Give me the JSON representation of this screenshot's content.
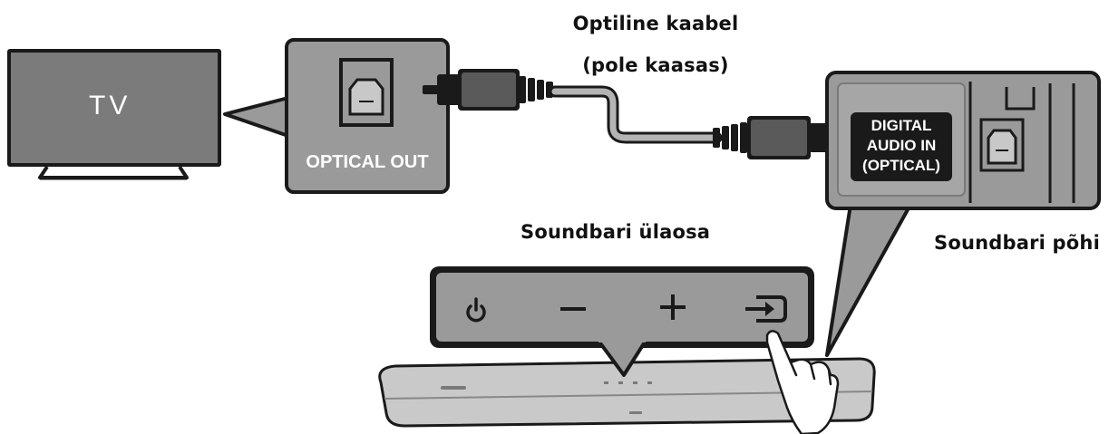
{
  "labels": {
    "tv": "TV",
    "optical_out": "OPTICAL OUT",
    "cable_line1": "Optiline kaabel",
    "cable_line2": "(pole kaasas)",
    "digital_in_line1": "DIGITAL",
    "digital_in_line2": "AUDIO IN",
    "digital_in_line3": "(OPTICAL)",
    "soundbar_top": "Soundbari ülaosa",
    "soundbar_bottom": "Soundbari põhi"
  },
  "colors": {
    "callout_gray": "#9a9a9a",
    "tv_screen": "#7b7b7b",
    "cable_gray": "#b4b4b4",
    "soundbar_body": "#c9c9c9",
    "outline": "#1a1a1a"
  },
  "icons": {
    "power": "power-icon",
    "minus": "minus-icon",
    "plus": "plus-icon",
    "source": "source-input-icon"
  }
}
